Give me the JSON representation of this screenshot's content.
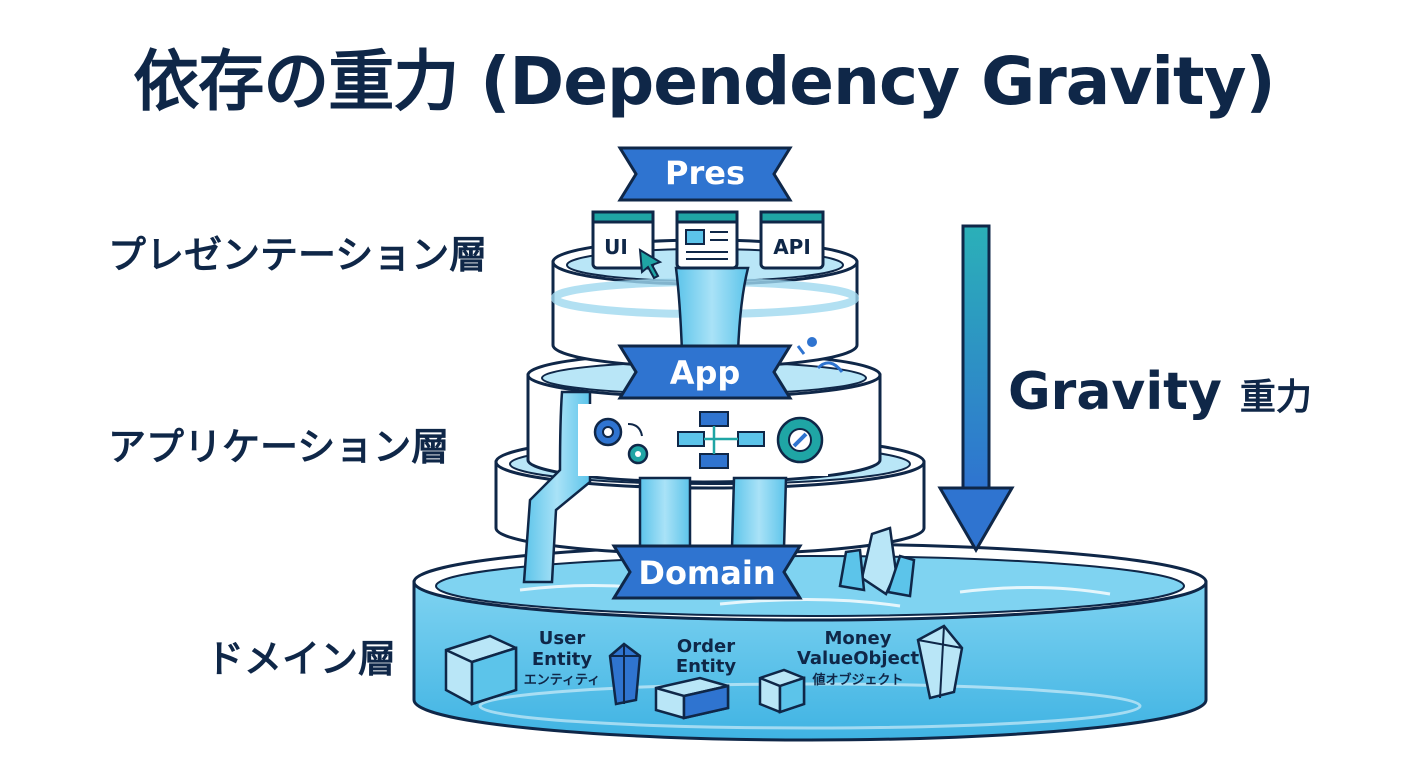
{
  "title": "依存の重力 (Dependency Gravity)",
  "layers": {
    "presentation": {
      "label": "プレゼンテーション層",
      "banner": "Pres",
      "cards": [
        "UI",
        "API"
      ]
    },
    "application": {
      "label": "アプリケーション層",
      "banner": "App"
    },
    "domain": {
      "label": "ドメイン層",
      "banner": "Domain",
      "items": [
        {
          "name": "User",
          "sub": "Entity",
          "jp": "エンティティ"
        },
        {
          "name": "Order",
          "sub": "Entity"
        },
        {
          "name": "Money",
          "sub": "ValueObject",
          "jp": "値オブジェクト"
        }
      ]
    }
  },
  "gravity": {
    "label": "Gravity",
    "label_jp": "重力"
  },
  "colors": {
    "navy": "#0f2748",
    "banner": "#2f74d0",
    "water": "#5cc4ea",
    "water_light": "#b9e6f7",
    "teal": "#1fa5a5",
    "arrow_top": "#2bb0b8",
    "arrow_bottom": "#2f74d0"
  }
}
